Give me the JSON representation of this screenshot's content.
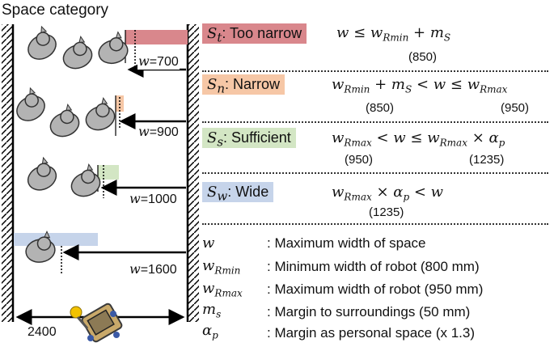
{
  "title": "Space category",
  "widths": [
    {
      "label": "w=700",
      "symbol": "w",
      "value": "=700"
    },
    {
      "label": "w=900",
      "symbol": "w",
      "value": "=900"
    },
    {
      "label": "w=1000",
      "symbol": "w",
      "value": "=1000"
    },
    {
      "label": "w=1600",
      "symbol": "w",
      "value": "=1600"
    }
  ],
  "corridor_width_label": "2400",
  "categories": [
    {
      "symbol": "S",
      "sub": "t",
      "name": ": Too narrow",
      "color": "#d9878c",
      "condition": "w ≤ w_Rmin + m_S",
      "values": [
        "(850)"
      ]
    },
    {
      "symbol": "S",
      "sub": "n",
      "name": ": Narrow",
      "color": "#f6c7a6",
      "condition": "w_Rmin + m_S < w ≤ w_Rmax",
      "values": [
        "(850)",
        "(950)"
      ]
    },
    {
      "symbol": "S",
      "sub": "s",
      "name": ": Sufficient",
      "color": "#d3e6c4",
      "condition": "w_Rmax < w ≤ w_Rmax × α_p",
      "values": [
        "(950)",
        "(1235)"
      ]
    },
    {
      "symbol": "S",
      "sub": "w",
      "name": ": Wide",
      "color": "#c6d4ea",
      "condition": "w_Rmax × α_p < w",
      "values": [
        "(1235)"
      ]
    }
  ],
  "definitions": [
    {
      "symbol": "w",
      "sub": "",
      "text": ": Maximum width of space"
    },
    {
      "symbol": "w",
      "sub": "Rmin",
      "text": ": Minimum width of robot (800 mm)"
    },
    {
      "symbol": "w",
      "sub": "Rmax",
      "text": ": Maximum width of robot (950 mm)"
    },
    {
      "symbol": "m",
      "sub": "s",
      "text": ": Margin to surroundings (50 mm)"
    },
    {
      "symbol": "α",
      "sub": "p",
      "text": ": Margin as personal space (x 1.3)"
    }
  ],
  "colors": {
    "too_narrow": "#d9878c",
    "narrow": "#f6c7a6",
    "sufficient": "#d3e6c4",
    "wide": "#c6d4ea",
    "person_fill": "#b3b3b3",
    "robot_yellow": "#f2c200"
  }
}
